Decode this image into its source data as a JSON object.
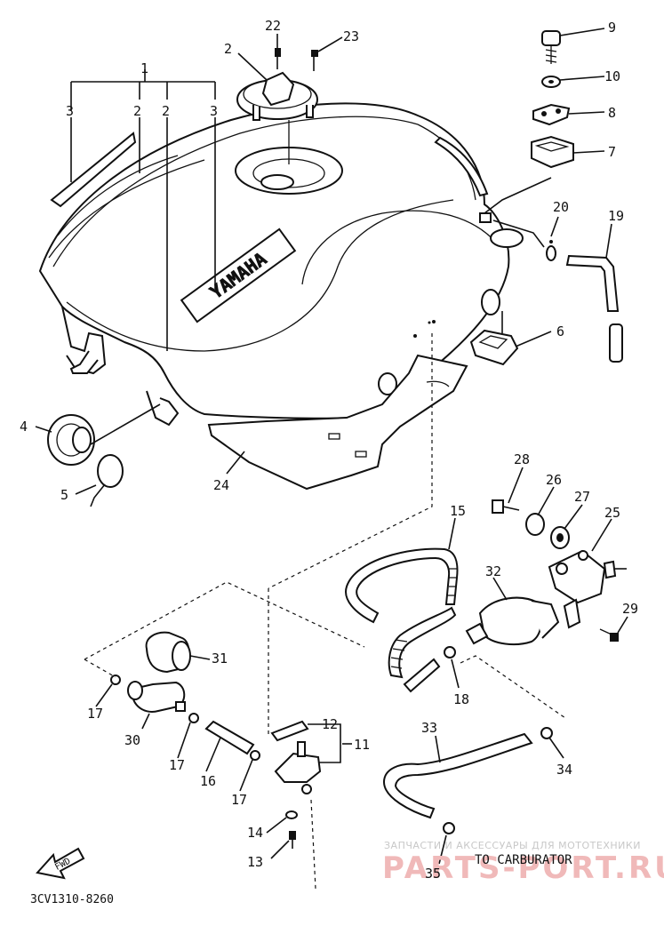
{
  "diagram": {
    "callouts": {
      "c1": "1",
      "c2a": "2",
      "c2b": "2",
      "c2c": "2",
      "c3a": "3",
      "c3b": "3",
      "c4": "4",
      "c5": "5",
      "c6": "6",
      "c7": "7",
      "c8": "8",
      "c9": "9",
      "c10": "10",
      "c11": "11",
      "c12": "12",
      "c13": "13",
      "c14": "14",
      "c15": "15",
      "c16": "16",
      "c17a": "17",
      "c17b": "17",
      "c17c": "17",
      "c18": "18",
      "c19": "19",
      "c20": "20",
      "c22": "22",
      "c23": "23",
      "c24": "24",
      "c25": "25",
      "c26": "26",
      "c27": "27",
      "c28": "28",
      "c29": "29",
      "c30": "30",
      "c31": "31",
      "c32": "32",
      "c33": "33",
      "c34": "34",
      "c35": "35"
    },
    "emblem": "YAMAHA",
    "arrow_label": "FWD",
    "carburator_label": "TO CARBURATOR",
    "drawing_number": "3CV1310-8260"
  },
  "watermark": {
    "line1": "ЗАПЧАСТИ И АКСЕССУАРЫ ДЛЯ МОТОТЕХНИКИ",
    "line2": "PARTS-PORT.RU"
  },
  "colors": {
    "ink": "#111111",
    "paper": "#ffffff",
    "watermark": "#f0b9b9"
  }
}
